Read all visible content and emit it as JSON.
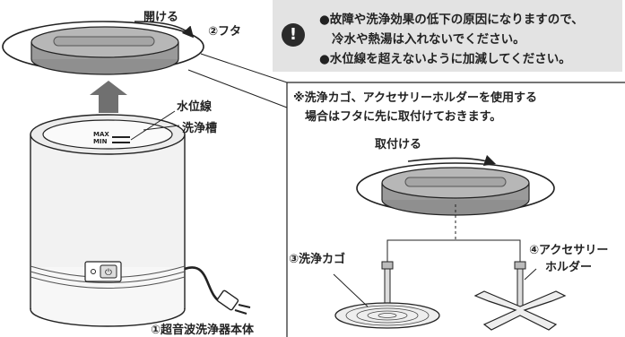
{
  "warning": {
    "icon": "exclamation-icon",
    "lines": [
      "●故障や洗浄効果の低下の原因になりますので、",
      "冷水や熱湯は入れないでください。",
      "●水位線を超えないように加減してください。"
    ]
  },
  "labels": {
    "open": "開ける",
    "lid": "②フタ",
    "water_line": "水位線",
    "tank": "洗浄槽",
    "max": "MAX",
    "min": "MIN",
    "body": "①超音波洗浄器本体",
    "attach": "取付ける",
    "basket": "③洗浄カゴ",
    "holder_1": "④アクセサリー",
    "holder_2": "ホルダー"
  },
  "note": {
    "line1": "※洗浄カゴ、アクセサリーホルダーを使用する",
    "line2": "場合はフタに先に取付けておきます。"
  },
  "colors": {
    "warning_bg": "#e3e3e3",
    "icon_bg": "#2b2b2b",
    "lid_fill": "#9a9a9a",
    "device_body": "#f2f2f2",
    "arrow": "#6f6f6f"
  }
}
